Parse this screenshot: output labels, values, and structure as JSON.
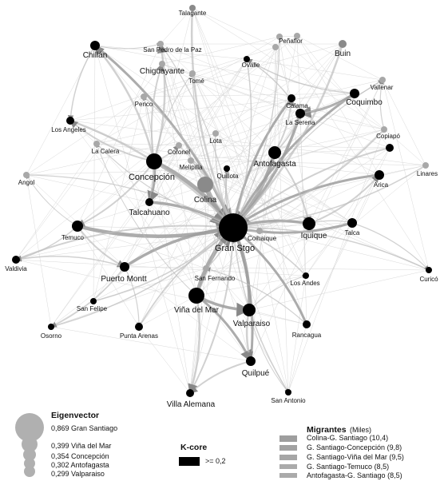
{
  "nodes": [
    {
      "id": "talagante",
      "label": "Talagante",
      "color": "#8a8a8a",
      "kind": "gray"
    },
    {
      "id": "penaflor",
      "label": "Peñaflor",
      "color": "#a8a8a8",
      "kind": "gray"
    },
    {
      "id": "chillan",
      "label": "Chillán",
      "color": "#000000",
      "kind": "black"
    },
    {
      "id": "spedro",
      "label": "San Pedro de la Paz",
      "color": "#a8a8a8",
      "kind": "gray"
    },
    {
      "id": "chiguayante",
      "label": "Chiguayante",
      "color": "#a8a8a8",
      "kind": "gray"
    },
    {
      "id": "ovalle",
      "label": "Ovalle",
      "color": "#000000",
      "kind": "black"
    },
    {
      "id": "buin",
      "label": "Buin",
      "color": "#8a8a8a",
      "kind": "gray"
    },
    {
      "id": "tome",
      "label": "Tomé",
      "color": "#a8a8a8",
      "kind": "gray"
    },
    {
      "id": "vallenar",
      "label": "Vallenar",
      "color": "#a8a8a8",
      "kind": "gray"
    },
    {
      "id": "penco",
      "label": "Penco",
      "color": "#a8a8a8",
      "kind": "gray"
    },
    {
      "id": "ovalle2",
      "label": "",
      "color": "#a8a8a8",
      "kind": "gray"
    },
    {
      "id": "quilpue_top",
      "label": "",
      "color": "#a8a8a8",
      "kind": "gray"
    },
    {
      "id": "coquimbo",
      "label": "Coquimbo",
      "color": "#000000",
      "kind": "black"
    },
    {
      "id": "calama",
      "label": "Calama",
      "color": "#000000",
      "kind": "black"
    },
    {
      "id": "laserena",
      "label": "La Serena",
      "color": "#000000",
      "kind": "black"
    },
    {
      "id": "losangeles",
      "label": "Los Angeles",
      "color": "#000000",
      "kind": "black"
    },
    {
      "id": "lota",
      "label": "Lota",
      "color": "#a8a8a8",
      "kind": "gray"
    },
    {
      "id": "copiapo",
      "label": "Copiapó",
      "color": "#a8a8a8",
      "kind": "gray"
    },
    {
      "id": "lacalera",
      "label": "La Calera",
      "color": "#a8a8a8",
      "kind": "gray"
    },
    {
      "id": "coronel",
      "label": "Coronel",
      "color": "#a8a8a8",
      "kind": "gray"
    },
    {
      "id": "antofagasta",
      "label": "Antofagasta",
      "color": "#000000",
      "kind": "black"
    },
    {
      "id": "copiapo2",
      "label": "",
      "color": "#000000",
      "kind": "black"
    },
    {
      "id": "melipilla",
      "label": "Melipilla",
      "color": "#a8a8a8",
      "kind": "gray"
    },
    {
      "id": "quillota",
      "label": "Quillota",
      "color": "#000000",
      "kind": "black"
    },
    {
      "id": "concepcion",
      "label": "Concepción",
      "color": "#000000",
      "kind": "black"
    },
    {
      "id": "linares",
      "label": "Linares",
      "color": "#a8a8a8",
      "kind": "gray"
    },
    {
      "id": "angol",
      "label": "Angol",
      "color": "#a8a8a8",
      "kind": "gray"
    },
    {
      "id": "colina",
      "label": "Colina",
      "color": "#8a8a8a",
      "kind": "gray"
    },
    {
      "id": "arica",
      "label": "Arica",
      "color": "#000000",
      "kind": "black"
    },
    {
      "id": "talcahuano",
      "label": "Talcahuano",
      "color": "#000000",
      "kind": "black"
    },
    {
      "id": "gransgto",
      "label": "Gran Stgo",
      "color": "#000000",
      "kind": "black"
    },
    {
      "id": "coihaique",
      "label": "Coihaique",
      "color": "#a8a8a8",
      "kind": "gray"
    },
    {
      "id": "iquique",
      "label": "Iquique",
      "color": "#000000",
      "kind": "black"
    },
    {
      "id": "talca",
      "label": "Talca",
      "color": "#000000",
      "kind": "black"
    },
    {
      "id": "temuco",
      "label": "Temuco",
      "color": "#000000",
      "kind": "black"
    },
    {
      "id": "valdivia",
      "label": "Valdivia",
      "color": "#000000",
      "kind": "black"
    },
    {
      "id": "puertomontt",
      "label": "Puerto Montt",
      "color": "#000000",
      "kind": "black"
    },
    {
      "id": "sanfernando",
      "label": "San Fernando",
      "color": "#a8a8a8",
      "kind": "gray"
    },
    {
      "id": "losandes",
      "label": "Los Andes",
      "color": "#000000",
      "kind": "black"
    },
    {
      "id": "curico",
      "label": "Curicó",
      "color": "#000000",
      "kind": "black"
    },
    {
      "id": "sanfelipe",
      "label": "San Felipe",
      "color": "#000000",
      "kind": "black"
    },
    {
      "id": "vinadelmar",
      "label": "Viña del Mar",
      "color": "#000000",
      "kind": "black"
    },
    {
      "id": "valparaiso",
      "label": "Valparaiso",
      "color": "#000000",
      "kind": "black"
    },
    {
      "id": "osorno",
      "label": "Osorno",
      "color": "#000000",
      "kind": "black"
    },
    {
      "id": "puntaarenas",
      "label": "Punta Arenas",
      "color": "#000000",
      "kind": "black"
    },
    {
      "id": "rancagua",
      "label": "Rancagua",
      "color": "#000000",
      "kind": "black"
    },
    {
      "id": "quilpue",
      "label": "Quilpué",
      "color": "#000000",
      "kind": "black"
    },
    {
      "id": "villaalemana",
      "label": "Villa Alemana",
      "color": "#000000",
      "kind": "black"
    },
    {
      "id": "sanantonio",
      "label": "San Antonio",
      "color": "#000000",
      "kind": "black"
    }
  ],
  "legend": {
    "eigenvector": {
      "title": "Eigenvector",
      "items": [
        {
          "value": "0,869",
          "place": "Gran Santiago"
        },
        {
          "value": "0,399",
          "place": "Viña del Mar"
        },
        {
          "value": "0,354",
          "place": "Concepción"
        },
        {
          "value": "0,302",
          "place": "Antofagasta"
        },
        {
          "value": "0,299",
          "place": "Valparaiso"
        }
      ]
    },
    "kcore": {
      "title": "K-core",
      "item": ">= 0,2",
      "color": "#000000"
    },
    "migrants": {
      "title": "Migrantes",
      "unit": "(Miles)",
      "items": [
        {
          "pair": "Colina-G. Santiago",
          "value": "(10,4)"
        },
        {
          "pair": "G. Santiago-Concepción",
          "value": "(9,8)"
        },
        {
          "pair": "G. Santiago-Viña del Mar",
          "value": "(9,5)"
        },
        {
          "pair": "G. Santiago-Temuco",
          "value": "(8,5)"
        },
        {
          "pair": "Antofagasta-G. Santiago",
          "value": "(8,5)"
        }
      ]
    }
  },
  "colors": {
    "kcore": "#000000",
    "periphery": "#a8a8a8",
    "edge": "#bdbdbd",
    "strong_edge": "#9e9e9e"
  }
}
